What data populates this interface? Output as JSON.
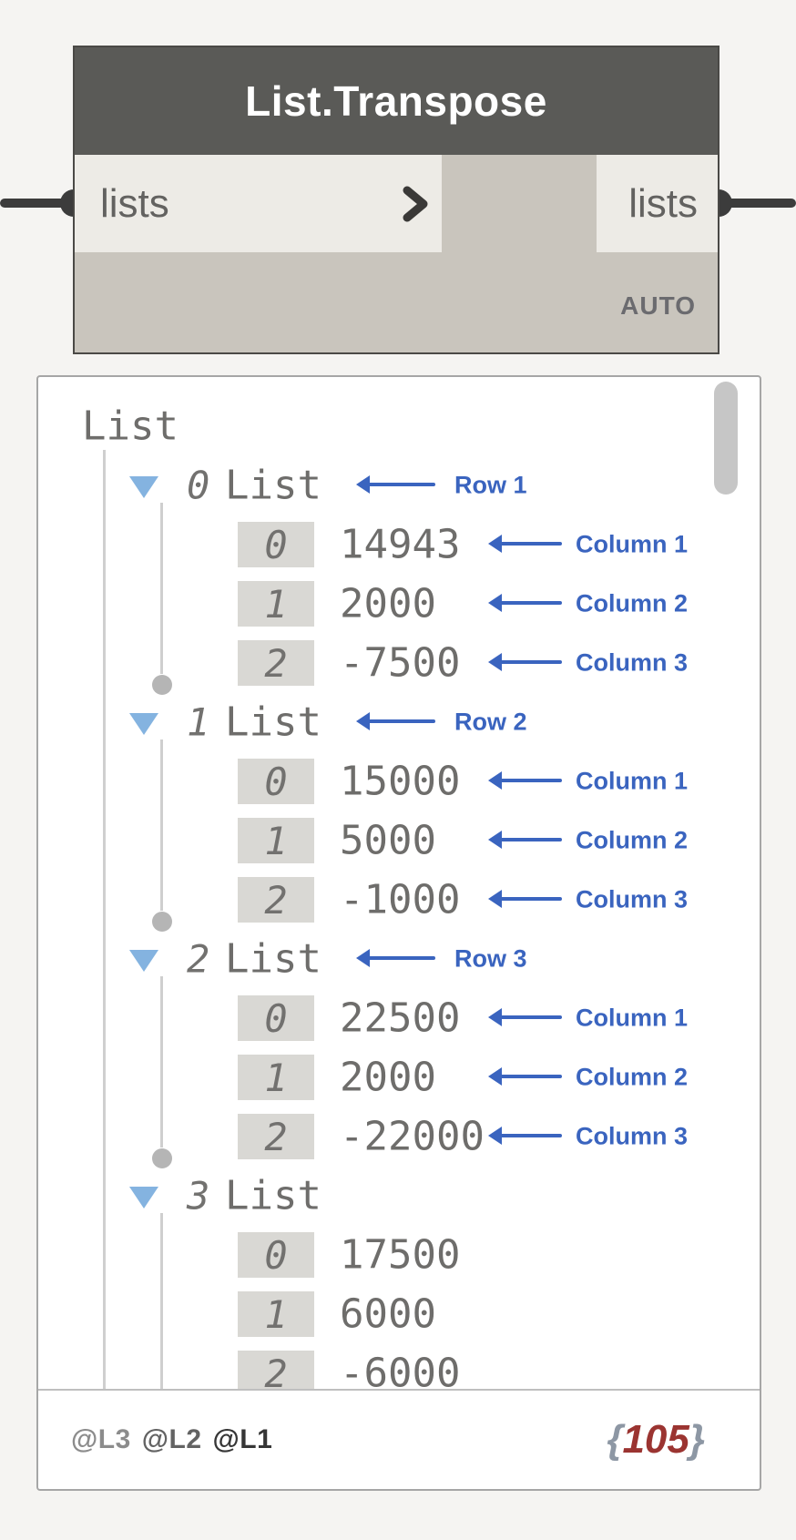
{
  "node": {
    "title": "List.Transpose",
    "input_port": "lists",
    "output_port": "lists",
    "lacing": "AUTO"
  },
  "preview": {
    "root_label": "List",
    "groups": [
      {
        "index": "0",
        "label": "List",
        "annotation": "Row 1",
        "end_dot": true,
        "items": [
          {
            "index": "0",
            "value": "14943",
            "annotation": "Column 1"
          },
          {
            "index": "1",
            "value": "2000",
            "annotation": "Column 2"
          },
          {
            "index": "2",
            "value": "-7500",
            "annotation": "Column 3"
          }
        ]
      },
      {
        "index": "1",
        "label": "List",
        "annotation": "Row 2",
        "end_dot": true,
        "items": [
          {
            "index": "0",
            "value": "15000",
            "annotation": "Column 1"
          },
          {
            "index": "1",
            "value": "5000",
            "annotation": "Column 2"
          },
          {
            "index": "2",
            "value": "-1000",
            "annotation": "Column 3"
          }
        ]
      },
      {
        "index": "2",
        "label": "List",
        "annotation": "Row 3",
        "end_dot": true,
        "items": [
          {
            "index": "0",
            "value": "22500",
            "annotation": "Column 1"
          },
          {
            "index": "1",
            "value": "2000",
            "annotation": "Column 2"
          },
          {
            "index": "2",
            "value": "-22000",
            "annotation": "Column 3"
          }
        ]
      },
      {
        "index": "3",
        "label": "List",
        "annotation": null,
        "end_dot": false,
        "items": [
          {
            "index": "0",
            "value": "17500",
            "annotation": null
          },
          {
            "index": "1",
            "value": "6000",
            "annotation": null
          },
          {
            "index": "2",
            "value": "-6000",
            "annotation": null
          }
        ]
      }
    ],
    "footer": {
      "levels": [
        {
          "text": "@L3",
          "color": "#8c8c8c"
        },
        {
          "text": "@L2",
          "color": "#636363"
        },
        {
          "text": "@L1",
          "color": "#363636"
        }
      ],
      "brace_open": "{",
      "count": "105",
      "brace_close": "}"
    }
  },
  "colors": {
    "annotation_blue": "#3a64bf",
    "count_red": "#9b3431",
    "node_header_gray": "#5a5a57",
    "triangle_blue": "#84b3e0"
  }
}
